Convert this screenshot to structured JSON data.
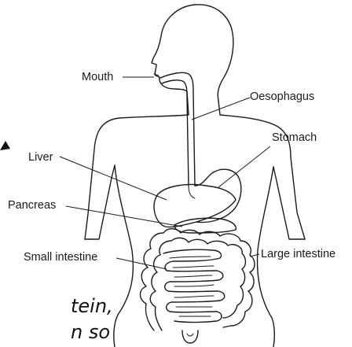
{
  "labels": {
    "mouth": "Mouth",
    "oesophagus": "Oesophagus",
    "stomach": "Stomach",
    "liver": "Liver",
    "pancreas": "Pancreas",
    "small_intestine": "Small intestine",
    "large_intestine": "Large intestine"
  },
  "text_fragments": {
    "line1": "tein,",
    "line2": "n so"
  }
}
